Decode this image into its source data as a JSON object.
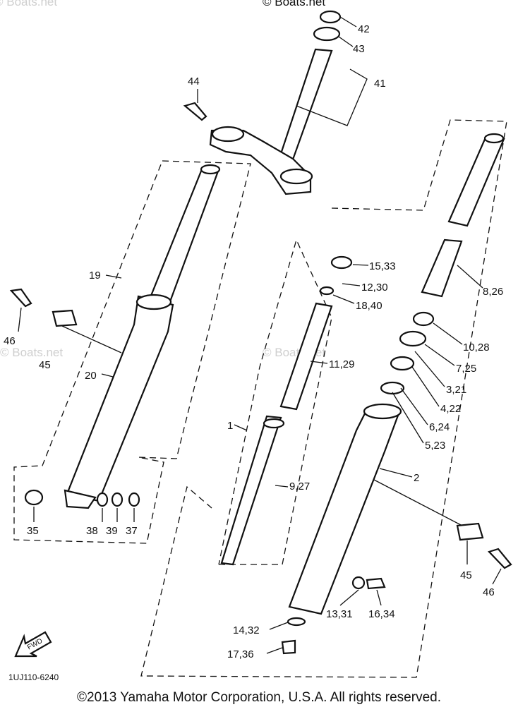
{
  "watermark": {
    "text": "© Boats.net",
    "top_text": "© Boats.net"
  },
  "diagram_code": "1UJ110-6240",
  "copyright": "©2013 Yamaha Motor Corporation, U.S.A. All rights reserved.",
  "fwd_label": "FWD",
  "callouts": {
    "c42": "42",
    "c43": "43",
    "c41": "41",
    "c44": "44",
    "c19": "19",
    "c20": "20",
    "c46a": "46",
    "c45a": "45",
    "c35": "35",
    "c38": "38",
    "c39": "39",
    "c37": "37",
    "c15": "15,33",
    "c12": "12,30",
    "c18": "18,40",
    "c11": "11,29",
    "c1": "1",
    "c9": "9,27",
    "c8": "8,26",
    "c10": "10,28",
    "c7": "7,25",
    "c3": "3,21",
    "c4": "4,22",
    "c6": "6,24",
    "c5": "5,23",
    "c2": "2",
    "c45b": "45",
    "c46b": "46",
    "c13": "13,31",
    "c16": "16,34",
    "c14": "14,32",
    "c17": "17,36"
  },
  "colors": {
    "ink": "#111111",
    "background": "#ffffff",
    "watermark": "#cfcfcf"
  }
}
